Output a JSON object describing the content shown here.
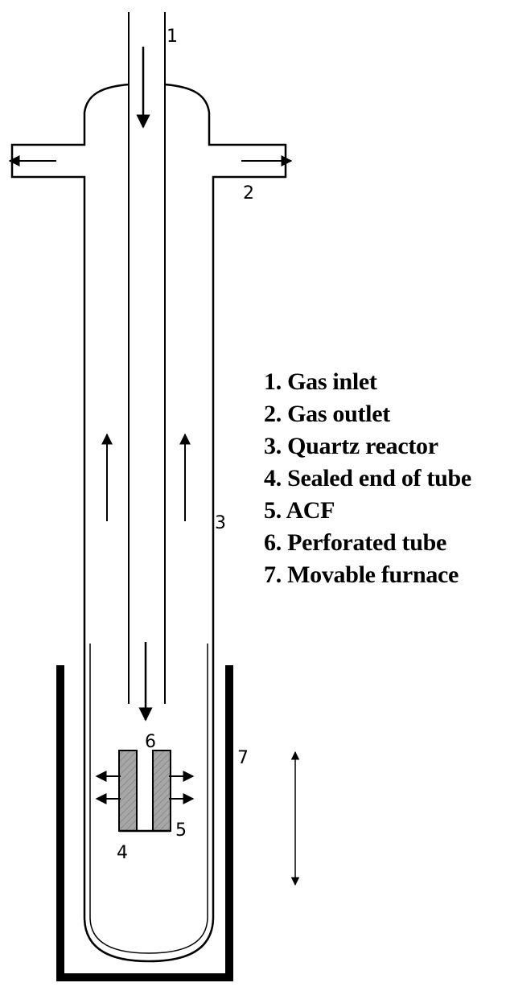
{
  "labels": {
    "gas_inlet_num": "1",
    "gas_outlet_num": "2",
    "quartz_reactor_num": "3",
    "sealed_end_num": "4",
    "acf_num": "5",
    "perforated_tube_num": "6",
    "movable_furnace_num": "7"
  },
  "legend": [
    "1. Gas inlet",
    "2. Gas outlet",
    "3. Quartz reactor",
    "4. Sealed end of tube",
    "5. ACF",
    "6. Perforated tube",
    "7. Movable furnace"
  ],
  "colors": {
    "line": "#000000",
    "acf_fill": "#a6a6a6",
    "background": "#ffffff"
  }
}
